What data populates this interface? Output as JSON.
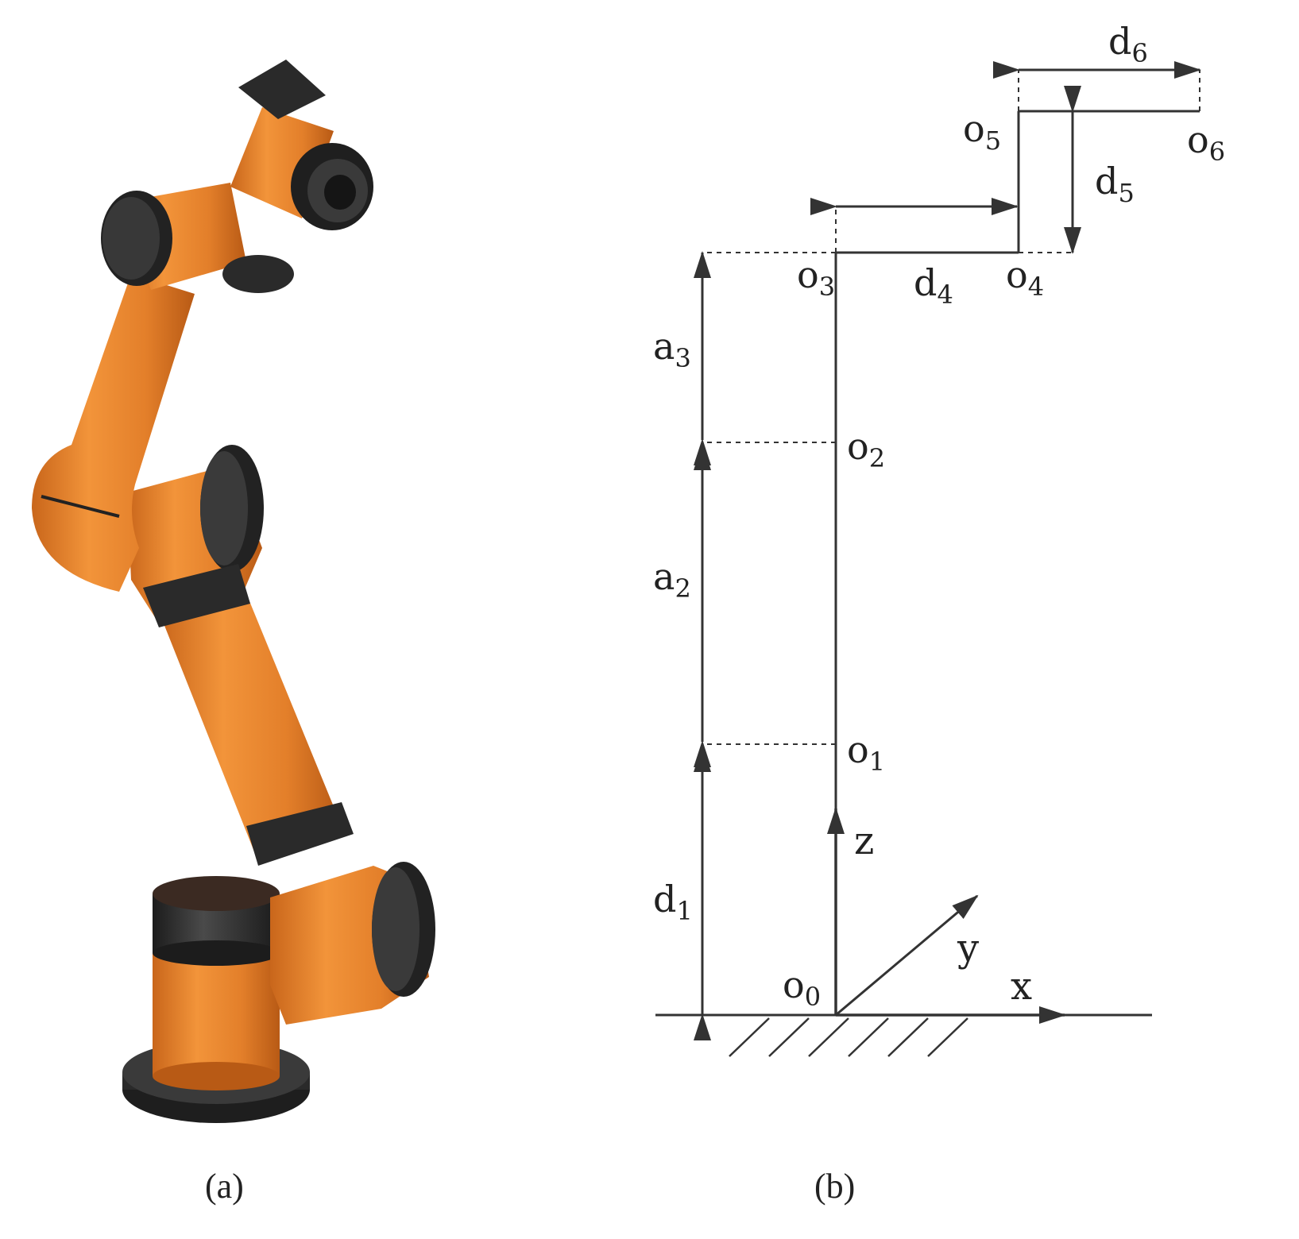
{
  "panels": {
    "a": {
      "caption": "(a)"
    },
    "b": {
      "caption": "(b)"
    }
  },
  "origins": [
    {
      "base": "o",
      "sub": "0"
    },
    {
      "base": "o",
      "sub": "1"
    },
    {
      "base": "o",
      "sub": "2"
    },
    {
      "base": "o",
      "sub": "3"
    },
    {
      "base": "o",
      "sub": "4"
    },
    {
      "base": "o",
      "sub": "5"
    },
    {
      "base": "o",
      "sub": "6"
    }
  ],
  "dimensions": {
    "d1": {
      "base": "d",
      "sub": "1"
    },
    "a2": {
      "base": "a",
      "sub": "2"
    },
    "a3": {
      "base": "a",
      "sub": "3"
    },
    "d4": {
      "base": "d",
      "sub": "4"
    },
    "d5": {
      "base": "d",
      "sub": "5"
    },
    "d6": {
      "base": "d",
      "sub": "6"
    }
  },
  "axes": {
    "x": "x",
    "y": "y",
    "z": "z"
  },
  "colors": {
    "robot_orange": "#E8872E",
    "robot_dark": "#2b2b2b",
    "line": "#333333"
  }
}
